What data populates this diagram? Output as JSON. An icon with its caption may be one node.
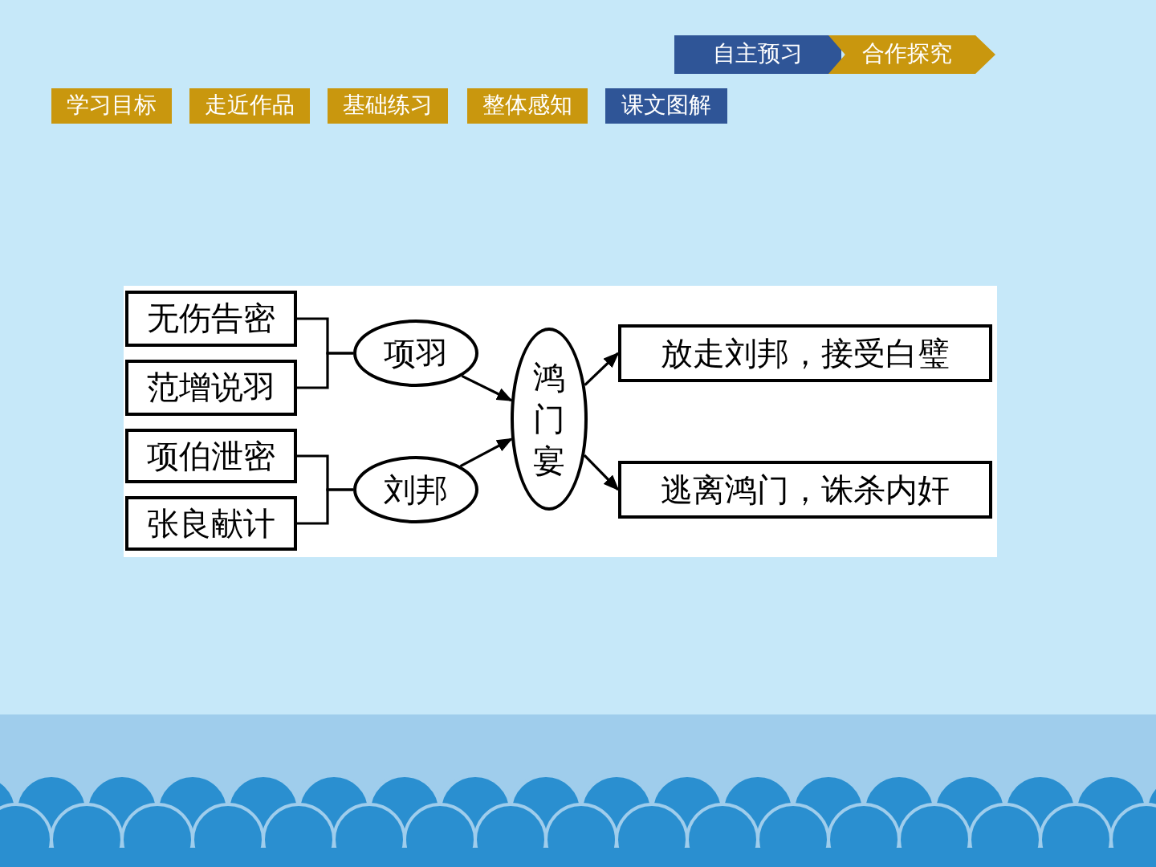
{
  "diagram": {
    "nodes": [
      {
        "text": [
          "自主预习"
        ]
      },
      {
        "text": [
          "合作探究"
        ]
      },
      {
        "text": [
          "学习目标"
        ]
      },
      {
        "text": [
          "走近作品"
        ]
      },
      {
        "text": [
          "基础练习"
        ]
      },
      {
        "text": [
          "整体感知"
        ]
      },
      {
        "text": [
          "课文图解"
        ]
      },
      {
        "text": [
          "无伤告密"
        ]
      },
      {
        "text": [
          "范增说羽"
        ]
      },
      {
        "text": [
          "项伯泄密"
        ]
      },
      {
        "text": [
          "张良献计"
        ]
      },
      {
        "text": [
          "项羽"
        ]
      },
      {
        "text": [
          "刘邦"
        ]
      },
      {
        "text": [
          "鸿门宴"
        ]
      },
      {
        "text": [
          "放走刘邦，接受白璧"
        ]
      },
      {
        "text": [
          "逃离鸿门，诛杀内奸"
        ]
      }
    ],
    "edges": [
      {
        "from": 7,
        "to": 11,
        "arrow": "none"
      },
      {
        "from": 8,
        "to": 11,
        "arrow": "none"
      },
      {
        "from": 9,
        "to": 12,
        "arrow": "none"
      },
      {
        "from": 10,
        "to": 12,
        "arrow": "none"
      },
      {
        "from": 11,
        "to": 13,
        "arrow": "to"
      },
      {
        "from": 12,
        "to": 13,
        "arrow": "to"
      },
      {
        "from": 13,
        "to": 14,
        "arrow": "to"
      },
      {
        "from": 13,
        "to": 15,
        "arrow": "to"
      }
    ]
  }
}
